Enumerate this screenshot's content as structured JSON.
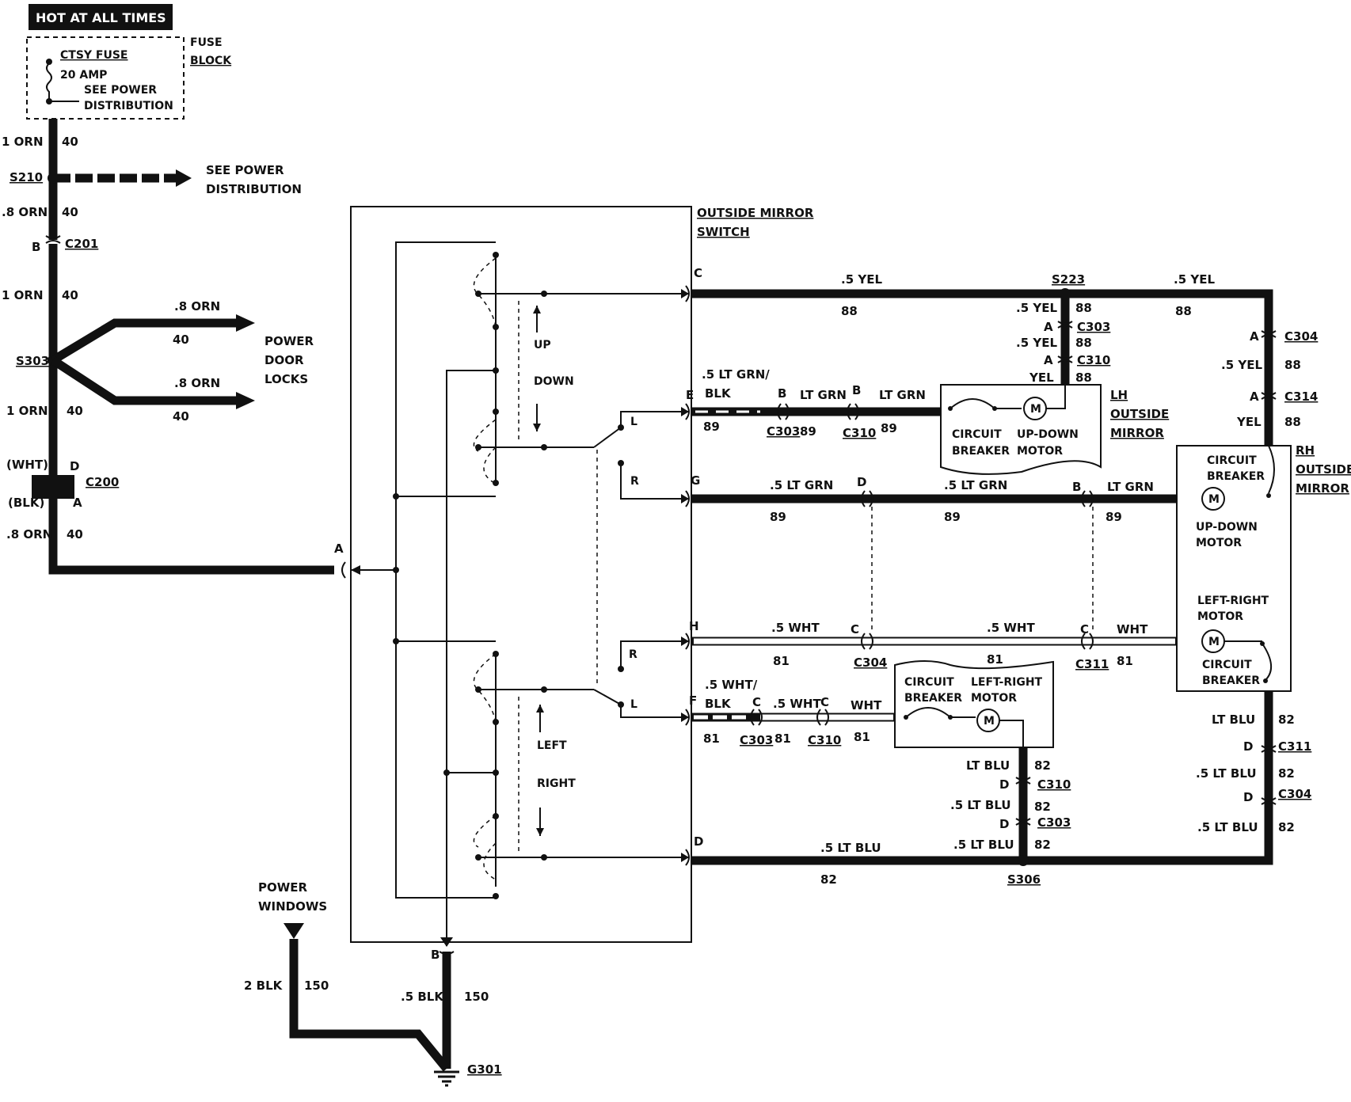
{
  "header": {
    "hot": "HOT AT ALL TIMES"
  },
  "fuse": {
    "name": "CTSY FUSE",
    "amp": "20 AMP",
    "see1": "SEE POWER",
    "see2": "DISTRIBUTION",
    "block1": "FUSE",
    "block2": "BLOCK"
  },
  "left": {
    "w1": "1 ORN",
    "c1": "40",
    "s210": "S210",
    "seepd1": "SEE POWER",
    "seepd2": "DISTRIBUTION",
    "w2": ".8 ORN",
    "c2": "40",
    "c201pin": "B",
    "c201": "C201",
    "w3": "1 ORN",
    "c3": "40",
    "s303": "S303",
    "pdl_w1": ".8 ORN",
    "pdl_c1": "40",
    "pdl_w2": ".8 ORN",
    "pdl_c2": "40",
    "pdl1": "POWER",
    "pdl2": "DOOR",
    "pdl3": "LOCKS",
    "w4": "1 ORN",
    "c4": "40",
    "wht": "(WHT)",
    "pin_d": "D",
    "c200": "C200",
    "blk": "(BLK)",
    "pin_a": "A",
    "w5": ".8 ORN",
    "c5": "40",
    "pinA_sw": "A"
  },
  "switch": {
    "title1": "OUTSIDE MIRROR",
    "title2": "SWITCH",
    "up": "UP",
    "down": "DOWN",
    "left": "LEFT",
    "right": "RIGHT",
    "l": "L",
    "r": "R",
    "pin_c": "C",
    "pin_e": "E",
    "pin_g": "G",
    "pin_h": "H",
    "pin_f": "F",
    "pin_d": "D",
    "pin_b": "B"
  },
  "yel": {
    "w1": ".5 YEL",
    "c1": "88",
    "s223": "S223",
    "w2": ".5 YEL",
    "c2": "88",
    "w3": ".5 YEL",
    "c3": "88",
    "a1": "A",
    "c303": "C303",
    "w4": ".5 YEL",
    "c4": "88",
    "a2": "A",
    "c310": "C310",
    "w5": "YEL",
    "c5": "88"
  },
  "rhyel": {
    "a1": "A",
    "c304": "C304",
    "w1": ".5 YEL",
    "n1": "88",
    "a2": "A",
    "c314": "C314",
    "w2": "YEL",
    "n2": "88"
  },
  "ltgrnblk": {
    "w1": ".5 LT GRN/",
    "w1b": "BLK",
    "n1": "89",
    "b1": "B",
    "c303": "C303",
    "n2": "89",
    "w2": "LT GRN",
    "b2": "B",
    "c310": "C310",
    "w3": "LT GRN",
    "n3": "89"
  },
  "lhmirror": {
    "cb1": "CIRCUIT",
    "cb2": "BREAKER",
    "m1": "UP-DOWN",
    "m2": "MOTOR",
    "title1": "LH",
    "title2": "OUTSIDE",
    "title3": "MIRROR",
    "m": "M"
  },
  "ltgrn": {
    "w1": ".5 LT GRN",
    "n1": "89",
    "d1": "D",
    "w2": ".5 LT GRN",
    "n2": "89",
    "b1": "B",
    "w3": "LT GRN",
    "n3": "89"
  },
  "rhmirror": {
    "cb1": "CIRCUIT",
    "cb2": "BREAKER",
    "um1": "UP-DOWN",
    "um2": "MOTOR",
    "lr1": "LEFT-RIGHT",
    "lr2": "MOTOR",
    "cb3": "CIRCUIT",
    "cb4": "BREAKER",
    "title1": "RH",
    "title2": "OUTSIDE",
    "title3": "MIRROR",
    "m": "M"
  },
  "wht": {
    "w1": ".5 WHT",
    "n1": "81",
    "c1": "C",
    "c304": "C304",
    "w2": ".5 WHT",
    "n2": "81",
    "c2": "C",
    "c311": "C311",
    "w3": "WHT",
    "n3": "81"
  },
  "whtblk": {
    "w1": ".5 WHT/",
    "w1b": "BLK",
    "n1": "81",
    "c1": "C",
    "c303": "C303",
    "n2": "81",
    "w2": ".5 WHT",
    "c2": "C",
    "c310": "C310",
    "w3": "WHT",
    "n3": "81"
  },
  "lhlr": {
    "cb1": "CIRCUIT",
    "cb2": "BREAKER",
    "m1": "LEFT-RIGHT",
    "m2": "MOTOR",
    "m": "M"
  },
  "blu": {
    "w1": "LT BLU",
    "n1": "82",
    "d1": "D",
    "c310": "C310",
    "w2": ".5 LT BLU",
    "n2": "82",
    "d2": "D",
    "c303": "C303",
    "w3": ".5 LT BLU",
    "n3": "82",
    "w4": ".5 LT BLU",
    "n4": "82",
    "s306": "S306"
  },
  "rhblu": {
    "w1": "LT BLU",
    "n1": "82",
    "d1": "D",
    "c311": "C311",
    "w2": ".5 LT BLU",
    "n2": "82",
    "d2": "D",
    "c304": "C304",
    "w3": ".5 LT BLU",
    "n3": "82"
  },
  "gnd": {
    "pw1": "POWER",
    "pw2": "WINDOWS",
    "w1": "2 BLK",
    "n1": "150",
    "pinb": "B",
    "w2": ".5 BLK",
    "n2": "150",
    "g301": "G301"
  }
}
